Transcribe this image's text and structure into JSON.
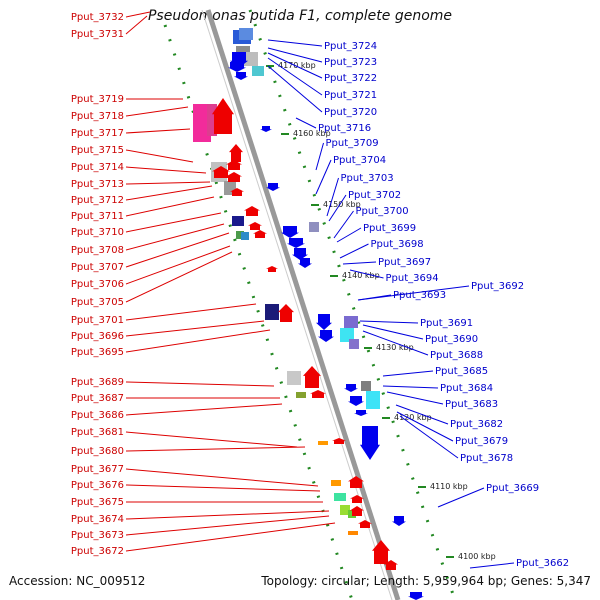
{
  "title": "Pseudomonas putida F1, complete genome",
  "accession": "Accession: NC_009512",
  "summary": "Topology: circular; Length: 5,959,964 bp; Genes: 5,347",
  "colors": {
    "reverse": "#ee0000",
    "forward": "#0000ee",
    "backbone": "#999999",
    "tick": "#228822"
  },
  "kbp_marks": [
    "4170 kbp",
    "4160 kbp",
    "4150 kbp",
    "4140 kbp",
    "4130 kbp",
    "4120 kbp",
    "4110 kbp",
    "4100 kbp"
  ],
  "left_genes": [
    "Pput_3732",
    "Pput_3731",
    "Pput_3719",
    "Pput_3718",
    "Pput_3717",
    "Pput_3715",
    "Pput_3714",
    "Pput_3713",
    "Pput_3712",
    "Pput_3711",
    "Pput_3710",
    "Pput_3708",
    "Pput_3707",
    "Pput_3706",
    "Pput_3705",
    "Pput_3701",
    "Pput_3696",
    "Pput_3695",
    "Pput_3689",
    "Pput_3687",
    "Pput_3686",
    "Pput_3681",
    "Pput_3680",
    "Pput_3677",
    "Pput_3676",
    "Pput_3675",
    "Pput_3674",
    "Pput_3673",
    "Pput_3672"
  ],
  "right_genes": [
    "Pput_3724",
    "Pput_3723",
    "Pput_3722",
    "Pput_3721",
    "Pput_3720",
    "Pput_3716",
    "Pput_3709",
    "Pput_3704",
    "Pput_3703",
    "Pput_3702",
    "Pput_3700",
    "Pput_3699",
    "Pput_3698",
    "Pput_3697",
    "Pput_3694",
    "Pput_3693",
    "Pput_3692",
    "Pput_3691",
    "Pput_3690",
    "Pput_3688",
    "Pput_3685",
    "Pput_3684",
    "Pput_3683",
    "Pput_3682",
    "Pput_3679",
    "Pput_3678",
    "Pput_3669",
    "Pput_3662"
  ]
}
